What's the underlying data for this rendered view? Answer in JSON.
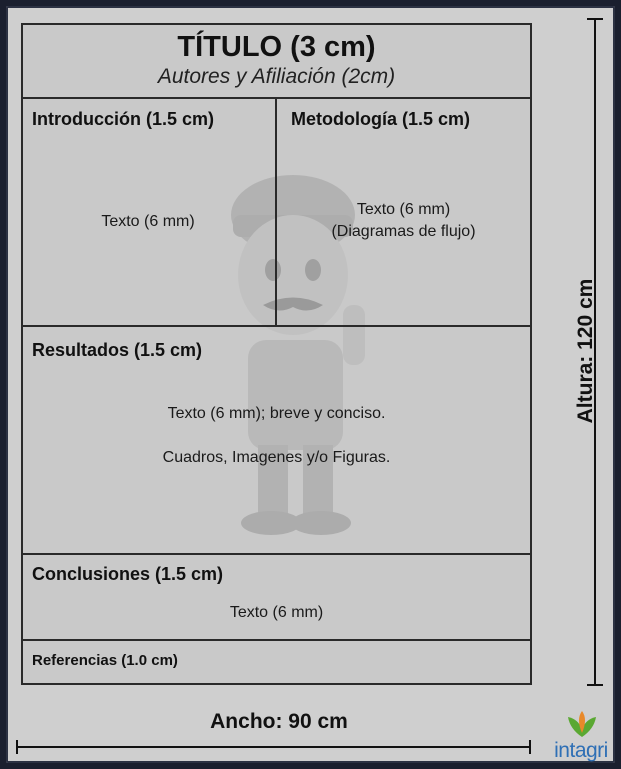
{
  "poster": {
    "title": "TÍTULO (3 cm)",
    "subtitle": "Autores y Afiliación (2cm)",
    "introduction": {
      "heading": "Introducción (1.5 cm)",
      "text": "Texto (6 mm)"
    },
    "methodology": {
      "heading": "Metodología (1.5 cm)",
      "text_line1": "Texto (6 mm)",
      "text_line2": "(Diagramas de flujo)"
    },
    "results": {
      "heading": "Resultados (1.5 cm)",
      "text_line1": "Texto (6 mm); breve y conciso.",
      "text_line2": "Cuadros, Imagenes y/o Figuras."
    },
    "conclusions": {
      "heading": "Conclusiones (1.5 cm)",
      "text": "Texto (6 mm)"
    },
    "references": {
      "heading": "Referencias (1.0 cm)"
    }
  },
  "dimensions": {
    "width_label": "Ancho: 90 cm",
    "height_label": "Altura: 120 cm"
  },
  "logo": {
    "text": "intagri",
    "icon": "leaf-sprout-icon",
    "colors": {
      "text": "#2e6fb5",
      "leaf_green": "#5aa832",
      "leaf_orange": "#e8892a"
    }
  },
  "watermark": {
    "icon": "cartoon-farmer-mascot"
  }
}
